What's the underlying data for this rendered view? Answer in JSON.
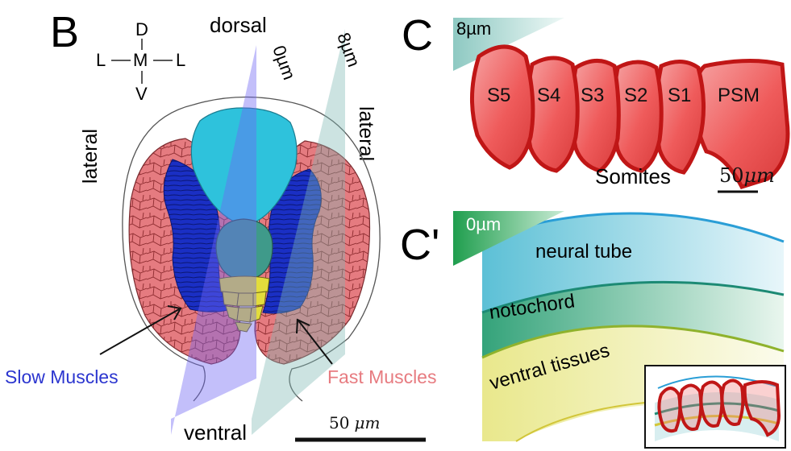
{
  "panel_b": {
    "letter": "B",
    "axes": {
      "d": "D",
      "m": "M",
      "l_left": "L",
      "l_right": "L",
      "v": "V",
      "dash": "—"
    },
    "dorsal": "dorsal",
    "ventral": "ventral",
    "lateral_left": "lateral",
    "lateral_right": "lateral",
    "plane_0": "0µm",
    "plane_8": "8µm",
    "slow_muscles": "Slow Muscles",
    "fast_muscles": "Fast Muscles",
    "scale_value": "50",
    "scale_unit": "μm"
  },
  "panel_c": {
    "letter": "C",
    "plane": "8µm",
    "somites": [
      "S5",
      "S4",
      "S3",
      "S2",
      "S1"
    ],
    "psm": "PSM",
    "caption": "Somites",
    "scale_value": "50",
    "scale_unit": "μm"
  },
  "panel_c_prime": {
    "letter": "C'",
    "plane": "0µm",
    "neural_tube": "neural tube",
    "notochord": "notochord",
    "ventral_tissues": "ventral tissues"
  },
  "colors": {
    "slow_muscle": "#1e35c8",
    "fast_muscle": "#e5787c",
    "neural_tube": "#2ec4dc",
    "notochord": "#3f9a8a",
    "ventral": "#e3dc3c",
    "somite_red": "#f06a6a",
    "somite_border": "#c01616"
  }
}
